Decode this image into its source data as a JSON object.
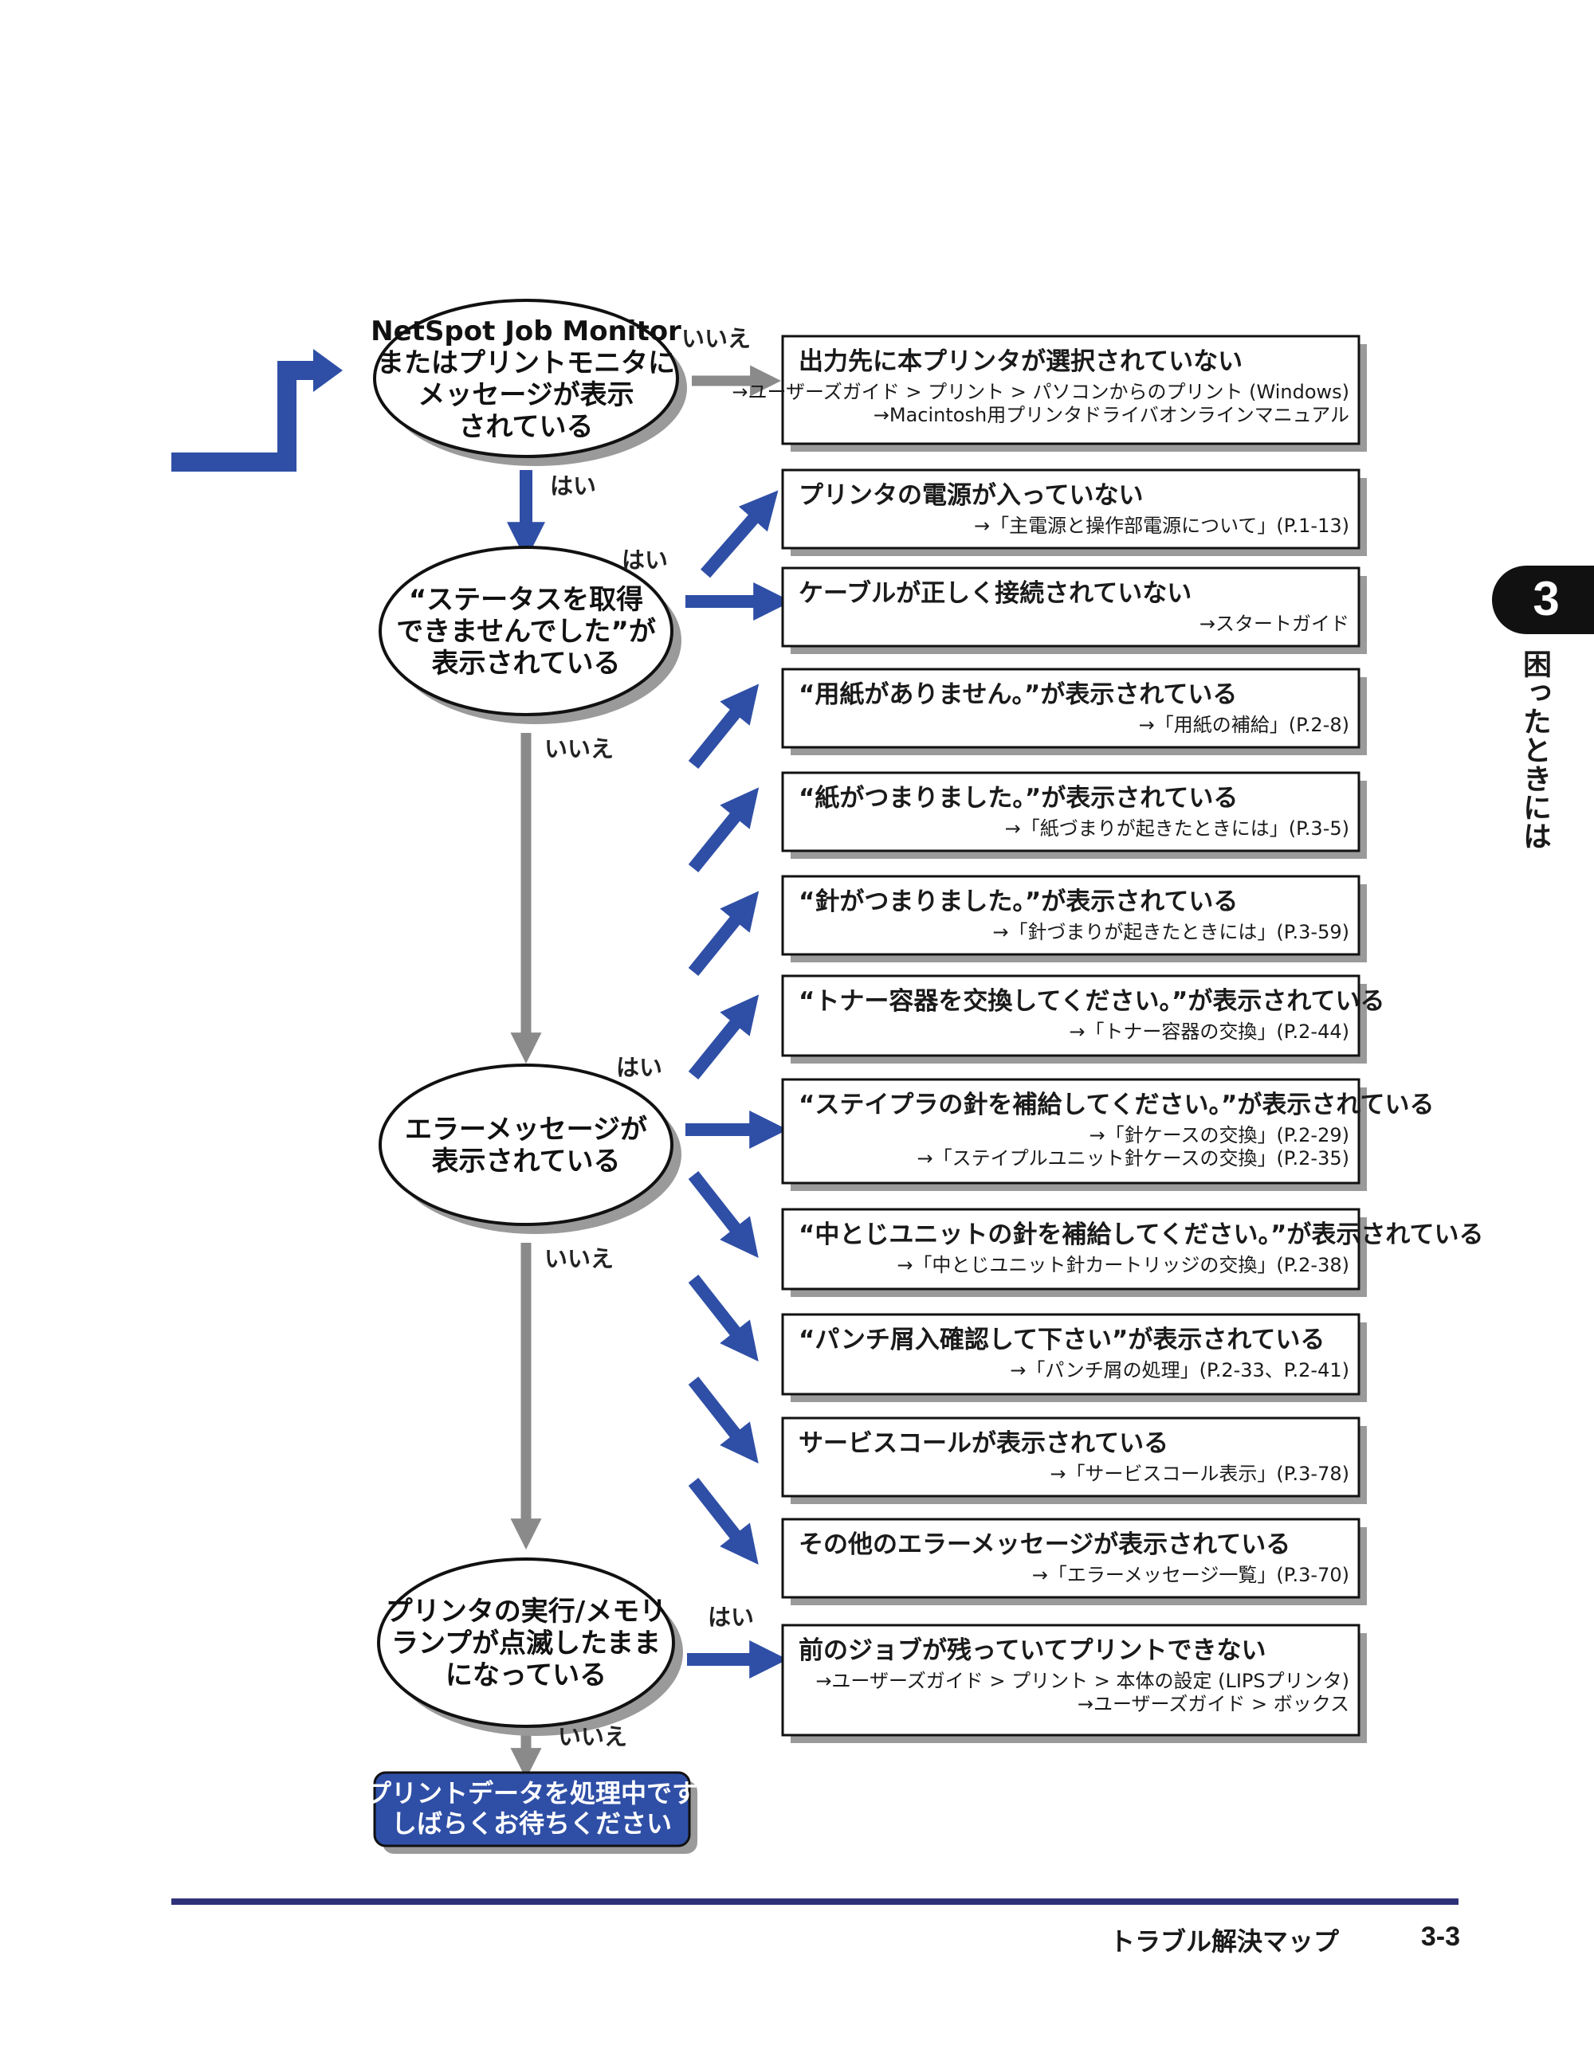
{
  "diamonds": [
    {
      "lines": [
        "NetSpot Job Monitor",
        "またはプリントモニタに",
        "メッセージが表示",
        "されている"
      ]
    },
    {
      "lines": [
        "“ステータスを取得",
        "できませんでした”が",
        "表示されている"
      ]
    },
    {
      "lines": [
        "エラーメッセージが",
        "表示されている"
      ]
    },
    {
      "lines": [
        "プリンタの実行/メモリ",
        "ランプが点滅したまま",
        "になっている"
      ]
    }
  ],
  "yn_labels": {
    "d1_no": "いいえ",
    "d1_yes": "はい",
    "d2_yes": "はい",
    "d2_no": "いいえ",
    "d3_yes": "はい",
    "d3_no": "いいえ",
    "d4_yes": "はい",
    "d4_no": "いいえ"
  },
  "boxes": [
    {
      "title": "出力先に本プリンタが選択されていない",
      "refs": [
        "→ユーザーズガイド > プリント > パソコンからのプリント (Windows)",
        "→Macintosh用プリンタドライバオンラインマニュアル"
      ]
    },
    {
      "title": "プリンタの電源が入っていない",
      "refs": [
        "→「主電源と操作部電源について」(P.1-13)"
      ]
    },
    {
      "title": "ケーブルが正しく接続されていない",
      "refs": [
        "→スタートガイド"
      ]
    },
    {
      "title": "“用紙がありません。”が表示されている",
      "refs": [
        "→「用紙の補給」(P.2-8)"
      ]
    },
    {
      "title": "“紙がつまりました。”が表示されている",
      "refs": [
        "→「紙づまりが起きたときには」(P.3-5)"
      ]
    },
    {
      "title": "“針がつまりました。”が表示されている",
      "refs": [
        "→「針づまりが起きたときには」(P.3-59)"
      ]
    },
    {
      "title": "“トナー容器を交換してください。”が表示されている",
      "refs": [
        "→「トナー容器の交換」(P.2-44)"
      ]
    },
    {
      "title": "“ステイプラの針を補給してください。”が表示されている",
      "refs": [
        "→「針ケースの交換」(P.2-29)",
        "→「ステイプルユニット針ケースの交換」(P.2-35)"
      ]
    },
    {
      "title": "“中とじユニットの針を補給してください。”が表示されている",
      "refs": [
        "→「中とじユニット針カートリッジの交換」(P.2-38)"
      ]
    },
    {
      "title": "“パンチ屑入確認して下さい”が表示されている",
      "refs": [
        "→「パンチ屑の処理」(P.2-33、P.2-41)"
      ]
    },
    {
      "title": "サービスコールが表示されている",
      "refs": [
        "→「サービスコール表示」(P.3-78)"
      ]
    },
    {
      "title": "その他のエラーメッセージが表示されている",
      "refs": [
        "→「エラーメッセージ一覧」(P.3-70)"
      ]
    },
    {
      "title": "前のジョブが残っていてプリントできない",
      "refs": [
        "→ユーザーズガイド > プリント > 本体の設定 (LIPSプリンタ)",
        "→ユーザーズガイド > ボックス"
      ]
    }
  ],
  "end_box": {
    "lines": [
      "プリントデータを処理中です",
      "しばらくお待ちください"
    ]
  },
  "chapter_tab": {
    "number": "3",
    "title": "困ったときには"
  },
  "footer": {
    "title": "トラブル解決マップ",
    "page": "3-3"
  },
  "colors": {
    "accent_blue": "#2f4fa6",
    "flow_gray": "#8a8a8a",
    "rule_navy": "#2e3178",
    "tab_black": "#111111"
  }
}
